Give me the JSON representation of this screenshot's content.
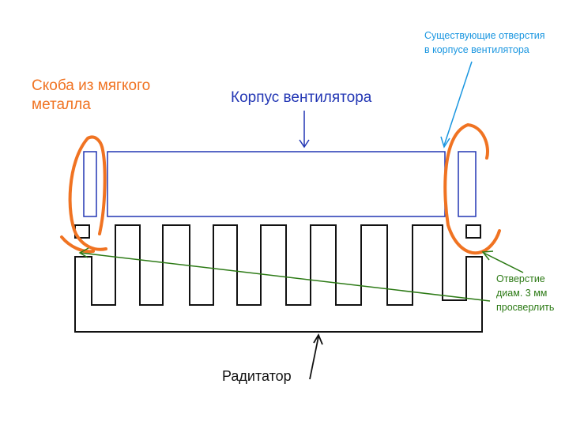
{
  "labels": {
    "clamp": "Скоба из мягкого\nметалла",
    "fan_housing": "Корпус вентилятора",
    "existing_holes": "Существующие отверстия\nв корпусе вентилятора",
    "drill_hole": "Отверстие\nдиам. 3 мм\nпросверлить",
    "radiator": "Радитатор"
  },
  "colors": {
    "fan_outline": "#2236b4",
    "clamp": "#f07322",
    "radiator": "#111111",
    "annotation_green": "#2c7a15",
    "annotation_blue": "#1a96e0",
    "fan_label": "#2236b4"
  }
}
